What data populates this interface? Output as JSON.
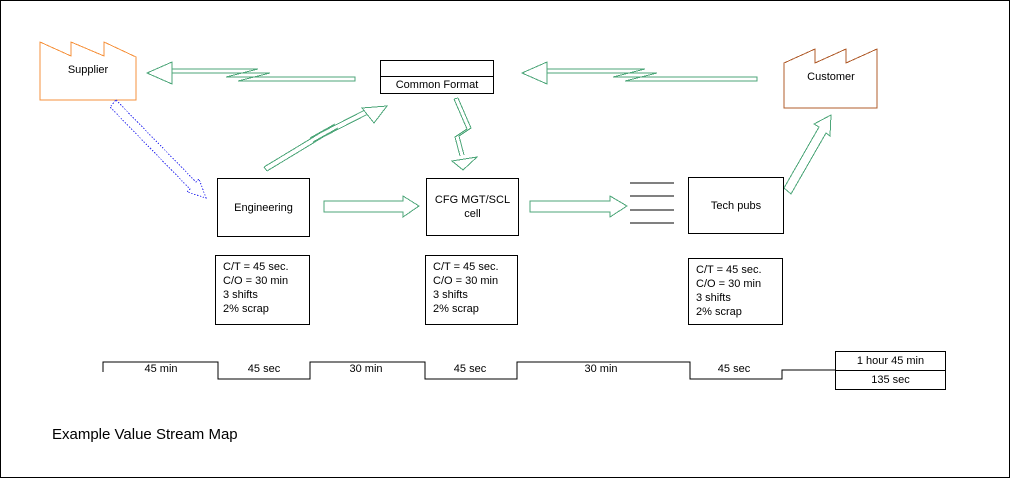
{
  "title": "Example Value Stream Map",
  "colors": {
    "supplier": "#F6923C",
    "customer": "#B05C2B",
    "information_flow": "#4DA679",
    "material_flow": "#4DA679",
    "push": "#3C3CF0",
    "line": "#000000"
  },
  "factories": {
    "supplier_label": "Supplier",
    "customer_label": "Customer"
  },
  "common_format": {
    "label": "Common Format"
  },
  "processes": [
    {
      "lines": [
        "Engineering"
      ]
    },
    {
      "lines": [
        "CFG MGT/SCL",
        "cell"
      ]
    },
    {
      "lines": [
        "Tech pubs"
      ]
    }
  ],
  "data_boxes": [
    {
      "lines": [
        "C/T = 45 sec.",
        "C/O = 30 min",
        "3 shifts",
        "2% scrap"
      ]
    },
    {
      "lines": [
        "C/T = 45 sec.",
        "C/O = 30 min",
        "3 shifts",
        "2% scrap"
      ]
    },
    {
      "lines": [
        "C/T = 45 sec.",
        "C/O = 30 min",
        "3 shifts",
        "2% scrap"
      ]
    }
  ],
  "timeline": {
    "segments": [
      {
        "label": "45 min",
        "level": "top"
      },
      {
        "label": "45 sec",
        "level": "bottom"
      },
      {
        "label": "30 min",
        "level": "top"
      },
      {
        "label": "45 sec",
        "level": "bottom"
      },
      {
        "label": "30 min",
        "level": "top"
      },
      {
        "label": "45 sec",
        "level": "bottom"
      }
    ],
    "total_lead_time": "1 hour 45 min",
    "total_process_time": "135 sec"
  }
}
